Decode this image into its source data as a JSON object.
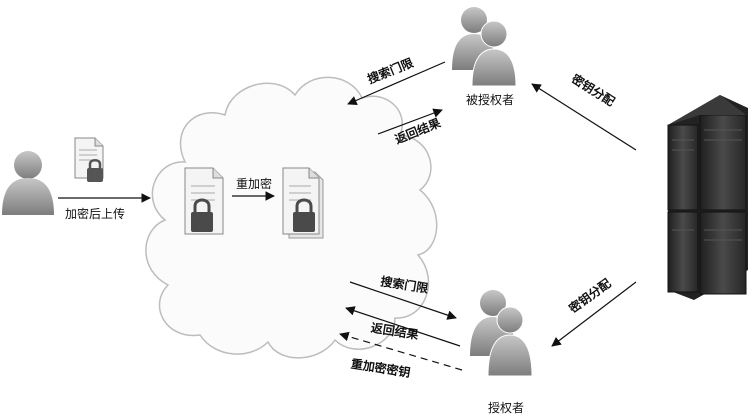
{
  "labels": {
    "encrypt_upload": "加密后上传",
    "re_encrypt": "重加密",
    "top_search": "搜索门限",
    "top_return": "返回结果",
    "authorized_top": "被授权者",
    "key_dist_top": "密钥分配",
    "key_dist_bottom": "密钥分配",
    "bottom_search": "搜索门限",
    "bottom_return": "返回结果",
    "re_encrypt_key": "重加密密钥",
    "authorizer_bottom": "授权者"
  },
  "colors": {
    "person": "#9a9a9a",
    "server": "#2b2b2b",
    "cloud_stroke": "#bdbdbd",
    "arrow": "#111111"
  },
  "icons": {
    "owner": "user-icon",
    "doc": "document-lock-icon",
    "server": "server-rack-icon",
    "group": "user-group-icon"
  }
}
